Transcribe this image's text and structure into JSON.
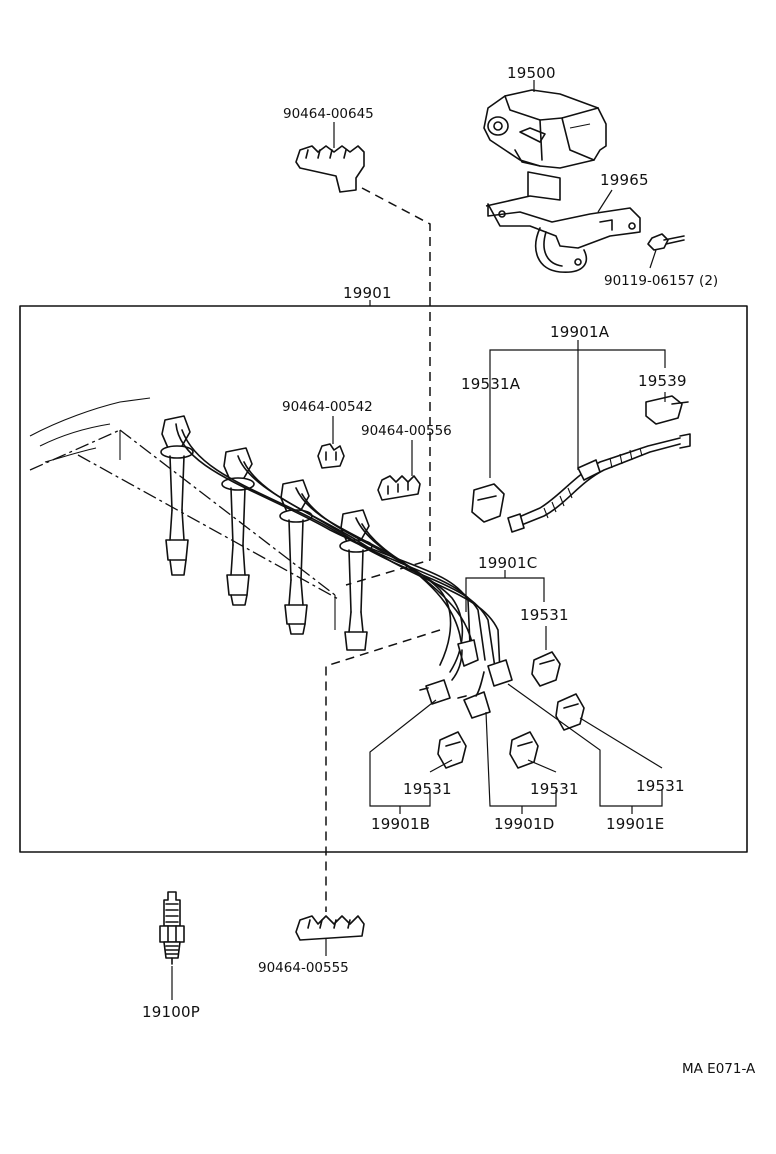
{
  "labels": {
    "coil": "19500",
    "bracket": "19965",
    "bolt": "90119-06157 (2)",
    "clamp_top": "90464-00645",
    "cord_set": "19901",
    "cord_a": "19901A",
    "cap_a1": "19531A",
    "cap_a2": "19539",
    "clamp_542": "90464-00542",
    "clamp_556": "90464-00556",
    "cord_c": "19901C",
    "cap_c": "19531",
    "cap_b": "19531",
    "cap_d": "19531",
    "cap_e": "19531",
    "cord_b": "19901B",
    "cord_d": "19901D",
    "cord_e": "19901E",
    "clamp_555": "90464-00555",
    "plug": "19100P",
    "figure_code": "MA E071-A"
  }
}
